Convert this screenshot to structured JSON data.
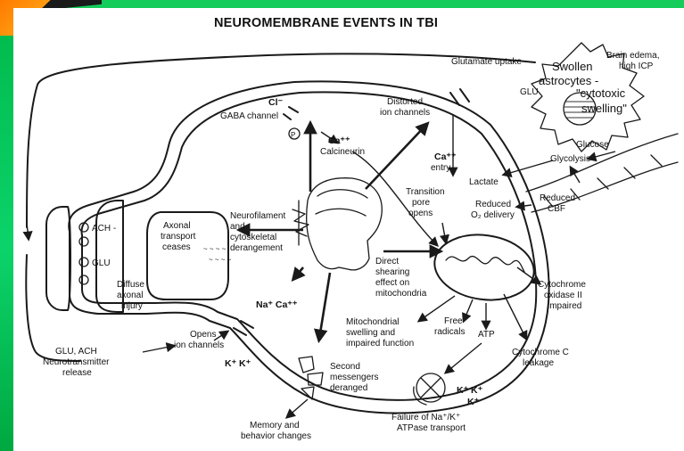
{
  "title": "NEUROMEMBRANE EVENTS IN TBI",
  "frame_colors": {
    "border_green": "#00b84a",
    "corner_orange": "#ff7a00",
    "line": "#1a1a1a"
  },
  "labels": {
    "glutamate_uptake": "Glutamate uptake",
    "swollen": "Swollen",
    "astrocytes": "astrocytes -",
    "cytotoxic": "\"cytotoxic",
    "swelling": "swelling\"",
    "glu_astro": "GLU",
    "brain_edema": "Brain edema,",
    "high_icp": "high ICP",
    "cl": "Cl⁻",
    "gaba_channel": "GABA channel",
    "p": "P",
    "ca_calcineurin": "Ca⁺⁺",
    "calcineurin": "Calcineurin",
    "distorted": "Distorted",
    "ion_channels": "ion channels",
    "ca_entry": "Ca⁺⁺",
    "entry": "entry",
    "glucose": "Glucose",
    "glycolysis": "Glycolysis",
    "lactate": "Lactate",
    "reduced1": "Reduced",
    "o2_delivery": "O₂ delivery",
    "reduced2": "Reduced",
    "cbf": "CBF",
    "transition": "Transition",
    "pore": "pore",
    "opens": "opens",
    "ach": "ACH -",
    "glu_term": "GLU",
    "axonal": "Axonal",
    "transport": "transport",
    "ceases": "ceases",
    "neurofilament": "Neurofilament",
    "and": "and",
    "cytoskeletal": "cytoskeletal",
    "derangement": "derangement",
    "diffuse": "Diffuse",
    "axonal2": "axonal",
    "injury": "injury",
    "direct": "Direct",
    "shearing": "shearing",
    "effect_on": "effect on",
    "mitochondria": "mitochondria",
    "cytochrome_ox": "Cytochrome",
    "oxidase": "oxidase II",
    "impaired": "impaired",
    "na_ca": "Na⁺ Ca⁺⁺",
    "opens_ion": "Opens",
    "ion_channels2": "ion channels",
    "k_k": "K⁺ K⁺",
    "glu_ach": "GLU, ACH",
    "neurotransmitter": "Neurotransmitter",
    "release": "release",
    "mito_swelling": "Mitochondrial",
    "swelling_and": "swelling and",
    "impaired_function": "impaired function",
    "free": "Free",
    "radicals": "radicals",
    "atp": "ATP",
    "cyto_c": "Cytochrome C",
    "leakage": "leakage",
    "second": "Second",
    "messengers": "messengers",
    "deranged": "deranged",
    "k_pump": "K⁺ K⁺",
    "k_pump2": "K⁺",
    "failure": "Failure of Na⁺/K⁺",
    "atpase": "ATPase transport",
    "memory": "Memory and",
    "behavior": "behavior changes"
  }
}
